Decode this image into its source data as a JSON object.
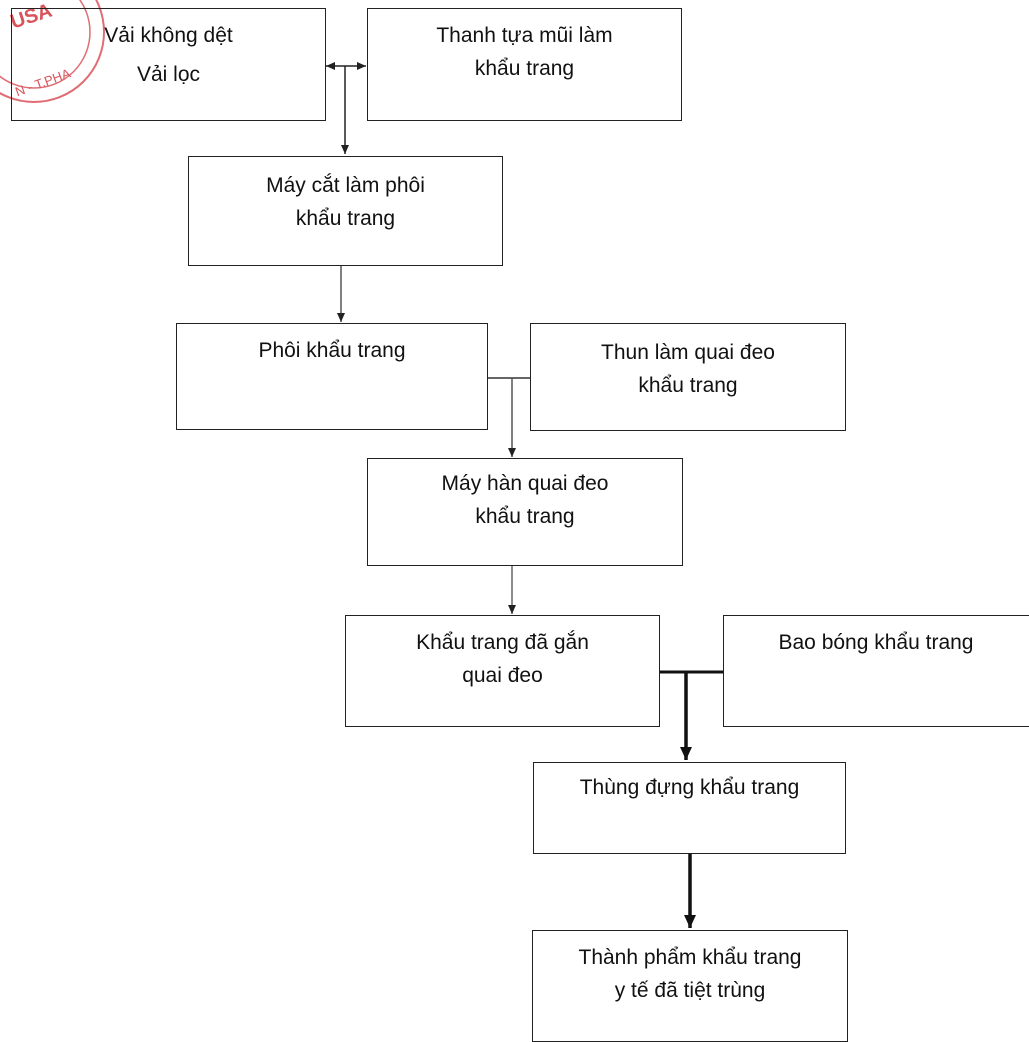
{
  "nodes": {
    "vai_khong_det": {
      "lines": [
        "Vải không dệt",
        "Vải lọc"
      ]
    },
    "thanh_tua_mui": {
      "lines": [
        "Thanh tựa mũi làm",
        "khẩu trang"
      ]
    },
    "may_cat": {
      "lines": [
        "Máy cắt làm phôi",
        "khẩu trang"
      ]
    },
    "phoi_khau_trang": {
      "lines": [
        "Phôi khẩu trang"
      ]
    },
    "thun_quai_deo": {
      "lines": [
        "Thun làm quai đeo",
        "khẩu trang"
      ]
    },
    "may_han": {
      "lines": [
        "Máy hàn quai đeo",
        "khẩu trang"
      ]
    },
    "khau_trang_gan_quai": {
      "lines": [
        "Khẩu trang đã gắn",
        "quai đeo"
      ]
    },
    "bao_bong": {
      "lines": [
        "Bao bóng khẩu trang"
      ]
    },
    "thung_dung": {
      "lines": [
        "Thùng đựng khẩu trang"
      ]
    },
    "thanh_pham": {
      "lines": [
        "Thành phẩm khẩu trang",
        "y tế đã tiệt trùng"
      ]
    }
  },
  "stamp": {
    "text_top": "USA",
    "text_bottom": "N - T.PHA"
  },
  "colors": {
    "line": "#333333",
    "stamp": "#d9535a"
  }
}
